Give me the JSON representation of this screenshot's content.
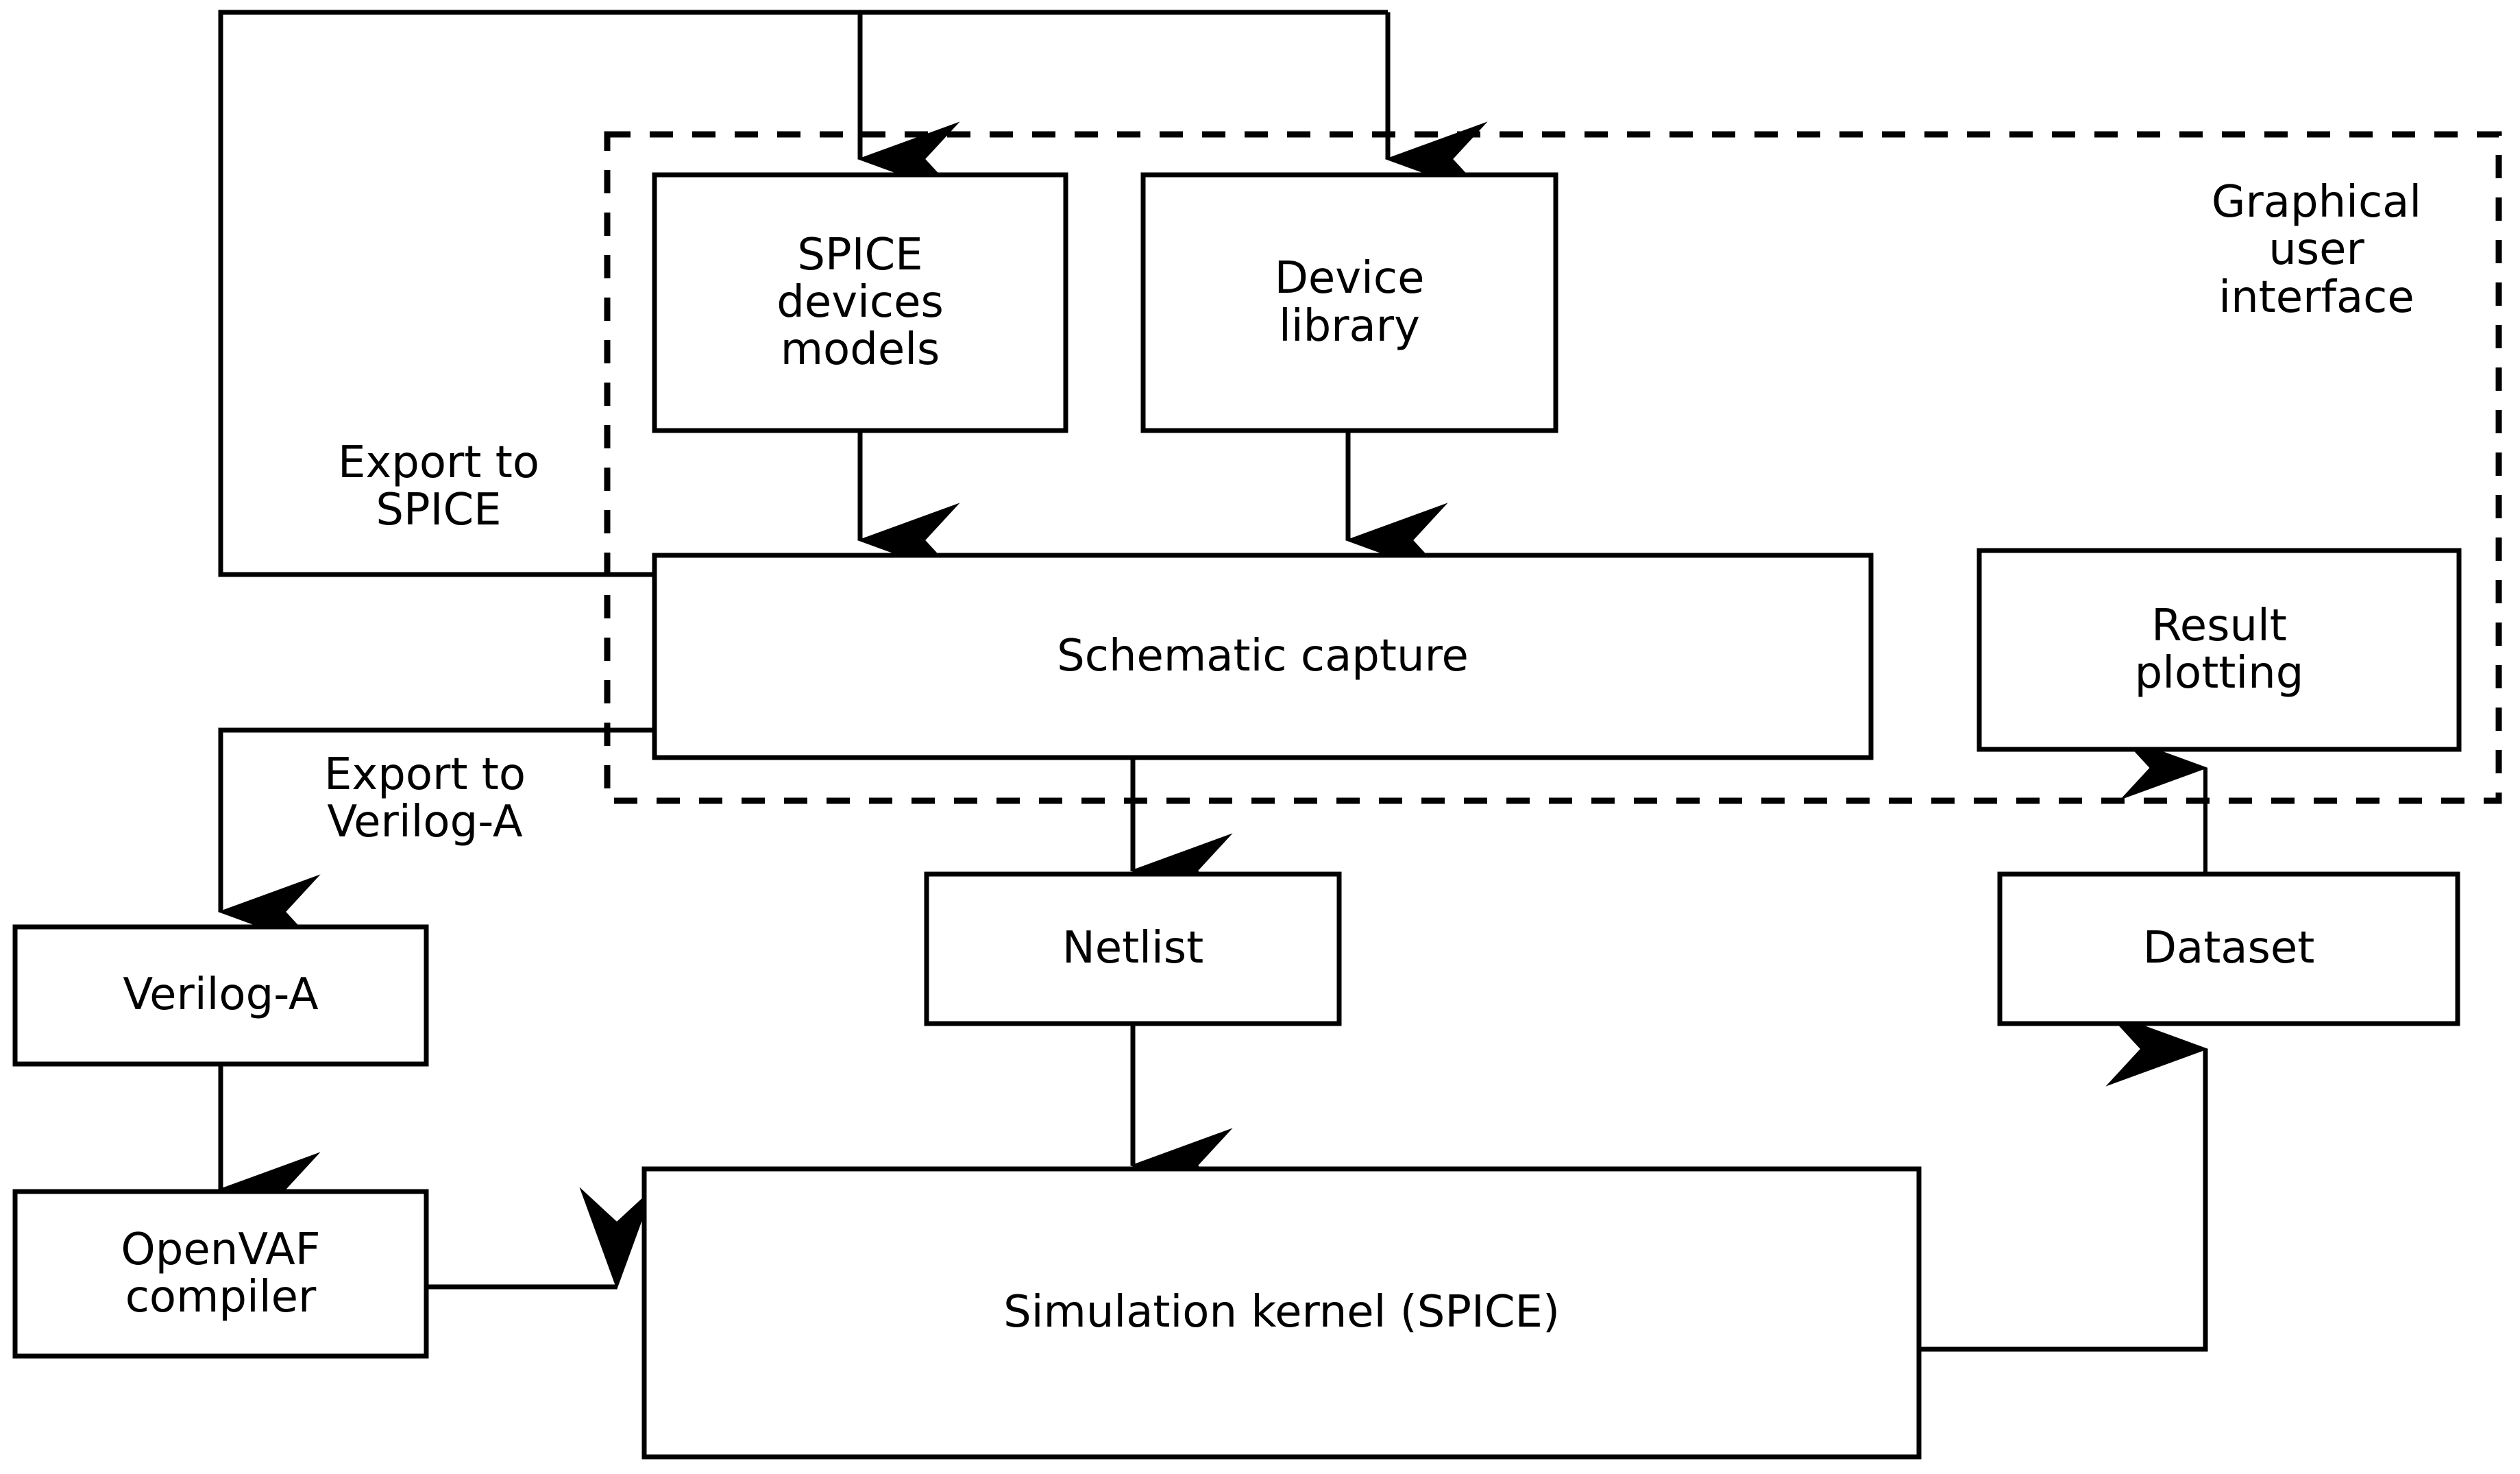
{
  "diagram": {
    "title": "EDA tool architecture flow diagram",
    "line_color": "#000000",
    "background_color": "#ffffff",
    "gui_group": {
      "label": "Graphical\nuser\ninterface",
      "border_style": "dashed"
    },
    "nodes": [
      {
        "id": "spice-devices-models",
        "label": "SPICE\ndevices\nmodels"
      },
      {
        "id": "device-library",
        "label": "Device\nlibrary"
      },
      {
        "id": "schematic-capture",
        "label": "Schematic capture"
      },
      {
        "id": "result-plotting",
        "label": "Result\nplotting"
      },
      {
        "id": "netlist",
        "label": "Netlist"
      },
      {
        "id": "dataset",
        "label": "Dataset"
      },
      {
        "id": "verilog-a",
        "label": "Verilog-A"
      },
      {
        "id": "openvaf-compiler",
        "label": "OpenVAF\ncompiler"
      },
      {
        "id": "simulation-kernel",
        "label": "Simulation kernel (SPICE)"
      }
    ],
    "edge_labels": [
      {
        "id": "export-to-spice",
        "label": "Export to\nSPICE"
      },
      {
        "id": "export-to-verilog-a",
        "label": "Export to\nVerilog-A"
      }
    ],
    "edges": [
      {
        "from": "schematic-capture",
        "to": "spice-devices-models",
        "label": "Export to SPICE"
      },
      {
        "from": "schematic-capture",
        "to": "device-library",
        "label": "Export to SPICE"
      },
      {
        "from": "spice-devices-models",
        "to": "schematic-capture",
        "label": ""
      },
      {
        "from": "device-library",
        "to": "schematic-capture",
        "label": ""
      },
      {
        "from": "schematic-capture",
        "to": "verilog-a",
        "label": "Export to Verilog-A"
      },
      {
        "from": "verilog-a",
        "to": "openvaf-compiler",
        "label": ""
      },
      {
        "from": "openvaf-compiler",
        "to": "simulation-kernel",
        "label": ""
      },
      {
        "from": "schematic-capture",
        "to": "netlist",
        "label": ""
      },
      {
        "from": "netlist",
        "to": "simulation-kernel",
        "label": ""
      },
      {
        "from": "simulation-kernel",
        "to": "dataset",
        "label": ""
      },
      {
        "from": "dataset",
        "to": "result-plotting",
        "label": ""
      }
    ]
  }
}
